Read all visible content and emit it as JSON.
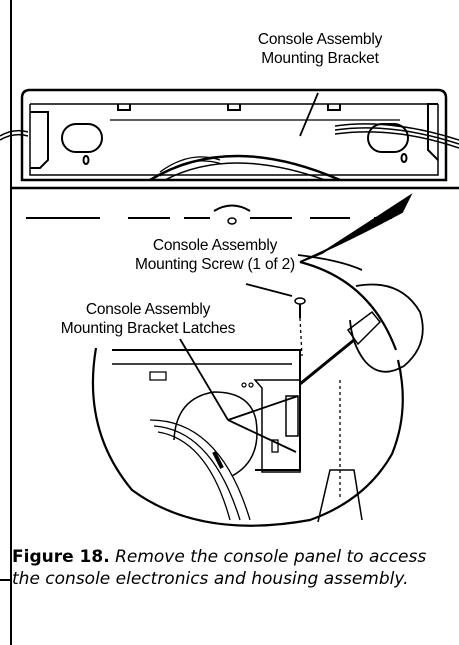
{
  "figure": {
    "callouts": {
      "bracket": [
        "Console Assembly",
        "Mounting Bracket"
      ],
      "screw": [
        "Console Assembly",
        "Mounting Screw (1 of 2)"
      ],
      "latches": [
        "Console Assembly",
        "Mounting Bracket Latches"
      ]
    }
  },
  "caption": {
    "label": "Figure 18.",
    "text": "Remove the console panel to access the console electronics and housing assembly."
  }
}
